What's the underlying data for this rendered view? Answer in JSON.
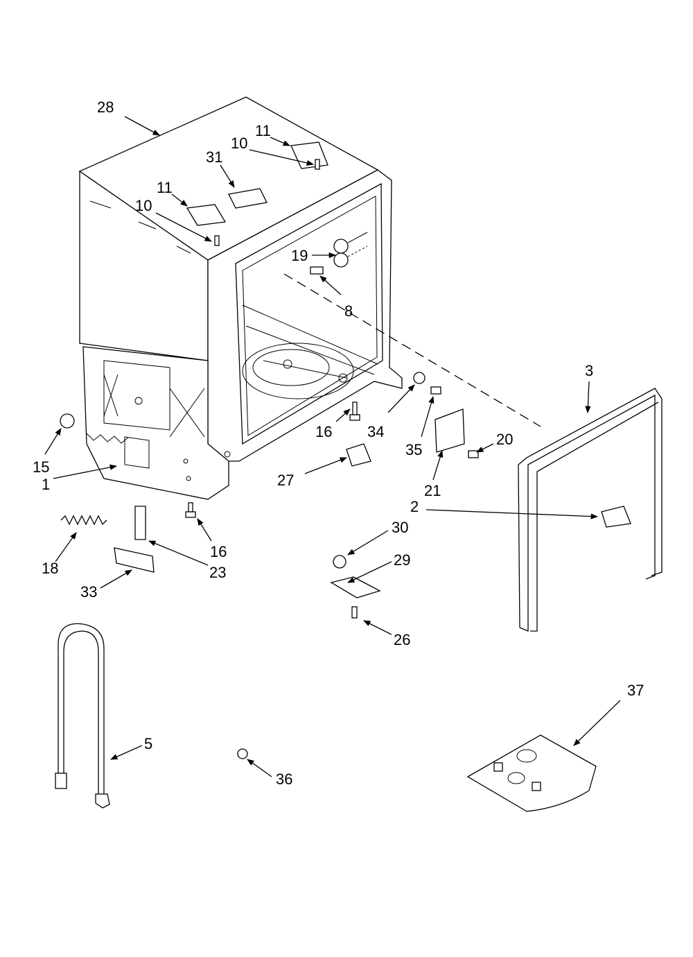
{
  "diagram": {
    "parts": [
      {
        "key": "p28",
        "label": "28"
      },
      {
        "key": "p11a",
        "label": "11"
      },
      {
        "key": "p10a",
        "label": "10"
      },
      {
        "key": "p31",
        "label": "31"
      },
      {
        "key": "p11b",
        "label": "11"
      },
      {
        "key": "p10b",
        "label": "10"
      },
      {
        "key": "p19",
        "label": "19"
      },
      {
        "key": "p8",
        "label": "8"
      },
      {
        "key": "p3",
        "label": "3"
      },
      {
        "key": "p15",
        "label": "15"
      },
      {
        "key": "p1",
        "label": "1"
      },
      {
        "key": "p16a",
        "label": "16"
      },
      {
        "key": "p34",
        "label": "34"
      },
      {
        "key": "p35",
        "label": "35"
      },
      {
        "key": "p20",
        "label": "20"
      },
      {
        "key": "p27",
        "label": "27"
      },
      {
        "key": "p21",
        "label": "21"
      },
      {
        "key": "p2",
        "label": "2"
      },
      {
        "key": "p16b",
        "label": "16"
      },
      {
        "key": "p18",
        "label": "18"
      },
      {
        "key": "p23",
        "label": "23"
      },
      {
        "key": "p30",
        "label": "30"
      },
      {
        "key": "p29",
        "label": "29"
      },
      {
        "key": "p33",
        "label": "33"
      },
      {
        "key": "p26",
        "label": "26"
      },
      {
        "key": "p37",
        "label": "37"
      },
      {
        "key": "p5",
        "label": "5"
      },
      {
        "key": "p36",
        "label": "36"
      }
    ]
  }
}
